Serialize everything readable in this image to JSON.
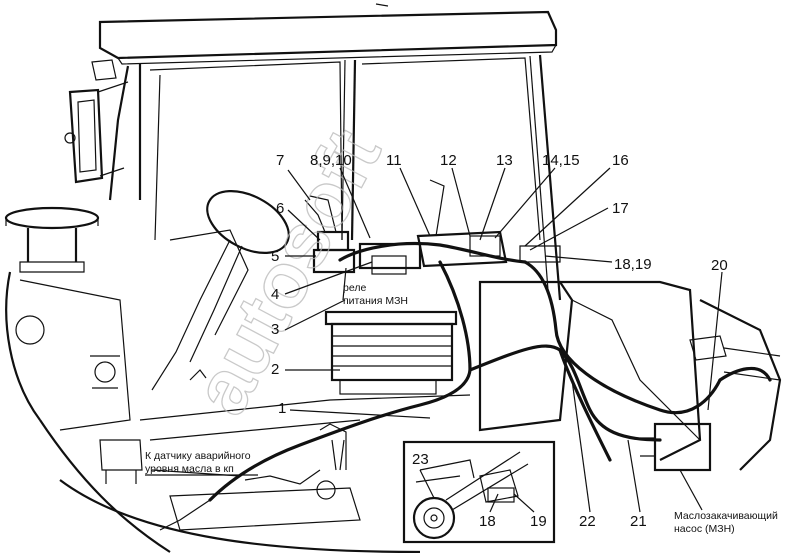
{
  "callouts": [
    {
      "id": "c1",
      "label": "1"
    },
    {
      "id": "c2",
      "label": "2"
    },
    {
      "id": "c3",
      "label": "3"
    },
    {
      "id": "c4",
      "label": "4"
    },
    {
      "id": "c5",
      "label": "5"
    },
    {
      "id": "c6",
      "label": "6"
    },
    {
      "id": "c7",
      "label": "7"
    },
    {
      "id": "c8",
      "label": "8,9,10"
    },
    {
      "id": "c11",
      "label": "11"
    },
    {
      "id": "c12",
      "label": "12"
    },
    {
      "id": "c13",
      "label": "13"
    },
    {
      "id": "c14",
      "label": "14,15"
    },
    {
      "id": "c16",
      "label": "16"
    },
    {
      "id": "c17",
      "label": "17"
    },
    {
      "id": "c18",
      "label": "18,19"
    },
    {
      "id": "c20",
      "label": "20"
    },
    {
      "id": "c21",
      "label": "21"
    },
    {
      "id": "c22",
      "label": "22"
    },
    {
      "id": "c23",
      "label": "23"
    },
    {
      "id": "c18b",
      "label": "18"
    },
    {
      "id": "c19b",
      "label": "19"
    }
  ],
  "annotations": {
    "relay_line1": "реле",
    "relay_line2": "питания МЗН",
    "sensor_line1": "К датчику аварийного",
    "sensor_line2": "уровня масла в кп",
    "pump_line1": "Маслозакачивающий",
    "pump_line2": "насос (МЗН)"
  },
  "watermark": "autosoft",
  "colors": {
    "ink": "#111111",
    "watermark": "#b8b8b8",
    "background": "#ffffff"
  }
}
